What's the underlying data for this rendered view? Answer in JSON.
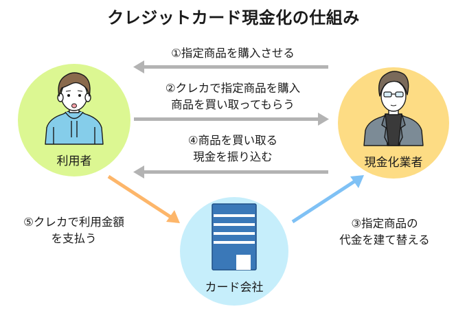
{
  "title": "クレジットカード現金化の仕組み",
  "nodes": {
    "user": {
      "label": "利用者",
      "color": "#dcf792",
      "shirt_color": "#85cdea"
    },
    "cashing_business": {
      "label": "現金化業者",
      "color": "#fddc84",
      "jacket_color": "#7c8b96"
    },
    "card_company": {
      "label": "カード会社",
      "color": "#c6eefb",
      "building_color": "#3a78b8"
    }
  },
  "steps": [
    {
      "id": 1,
      "lines": [
        "①指定商品を購入させる"
      ],
      "direction": "cashing_business → user"
    },
    {
      "id": 2,
      "lines": [
        "②クレカで指定商品を購入",
        "商品を買い取ってもらう"
      ],
      "direction": "user → cashing_business"
    },
    {
      "id": 4,
      "lines": [
        "④商品を買い取る",
        "現金を振り込む"
      ],
      "direction": "cashing_business → user"
    },
    {
      "id": 5,
      "lines": [
        "⑤クレカで利用金額",
        "を支払う"
      ],
      "direction": "user → card_company"
    },
    {
      "id": 3,
      "lines": [
        "③指定商品の",
        "代金を建て替える"
      ],
      "direction": "card_company → cashing_business"
    }
  ],
  "colors": {
    "gray_arrow": "#b3b3b3",
    "orange_arrow": "#fdb66a",
    "blue_arrow": "#7fc1f5"
  }
}
